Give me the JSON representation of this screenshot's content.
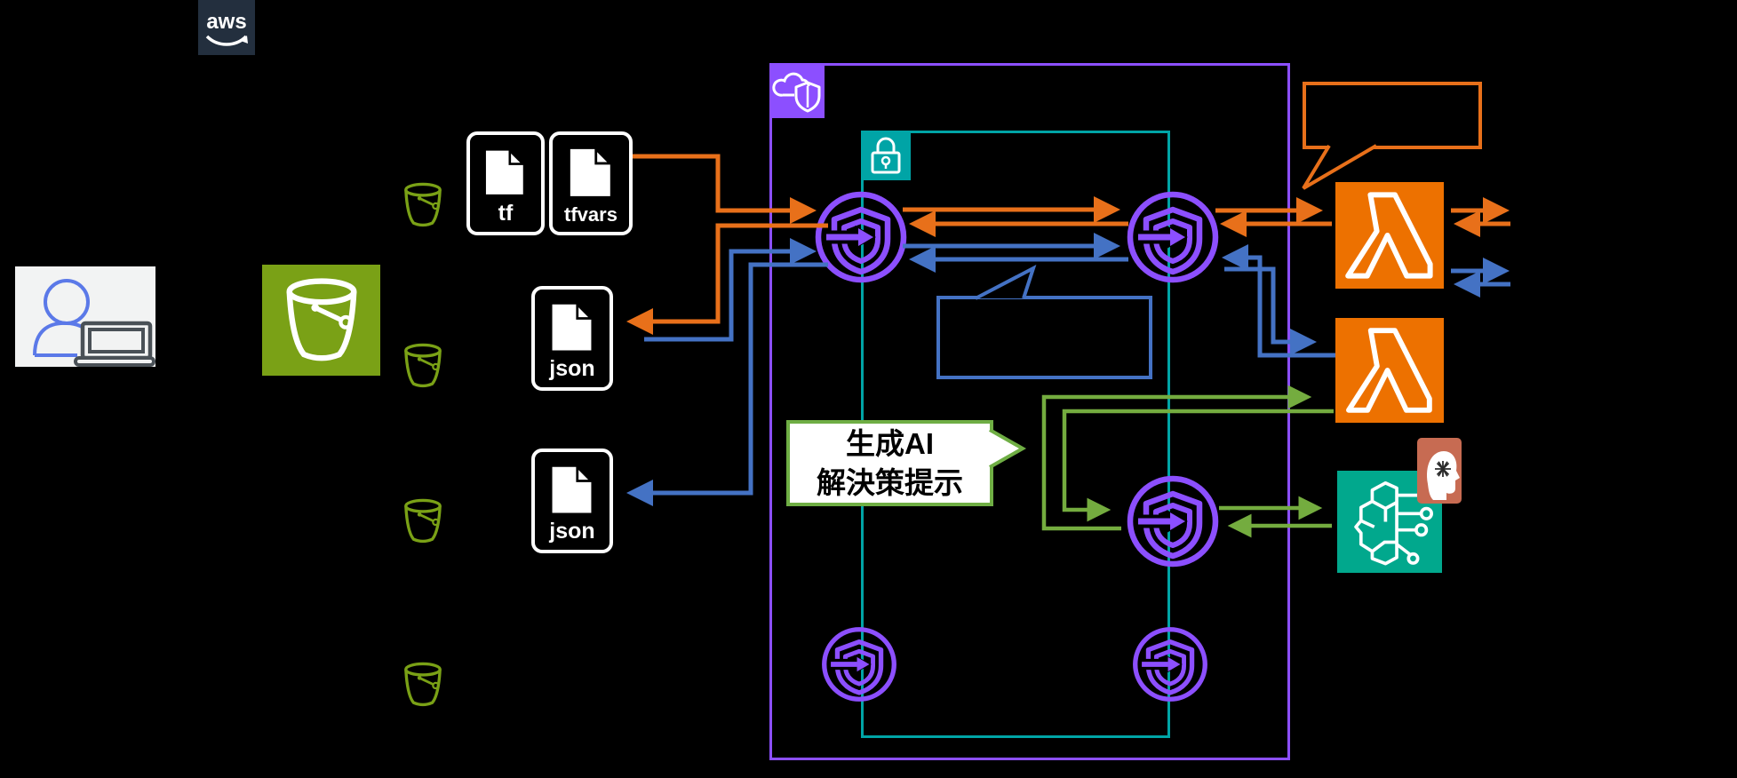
{
  "diagram": {
    "background": "#000000",
    "aws_logo": {
      "label": "aws",
      "color": "#232F3E"
    },
    "nodes": {
      "user_laptop": {
        "icon": "user-laptop-icon",
        "panel_color": "#F2F3F3",
        "person_color": "#5B79E8"
      },
      "s3_bucket": {
        "icon": "s3-bucket-icon",
        "color": "#7AA116"
      },
      "small_bucket_count": 4,
      "docs": [
        {
          "label": "tf"
        },
        {
          "label": "tfvars"
        },
        {
          "label": "json"
        },
        {
          "label": "json"
        }
      ],
      "lambda_functions": {
        "count": 2,
        "icon": "lambda-icon",
        "color": "#ED7100"
      },
      "bedrock": {
        "icon": "bedrock-brain-icon",
        "color": "#01A88D"
      },
      "ai_head": {
        "icon": "ai-head-icon",
        "color": "#C76B52"
      },
      "verified_access_shields": {
        "count": 5,
        "icon": "verified-access-shield-icon",
        "color": "#8C4FFF"
      }
    },
    "groups": {
      "cloud_security_group": {
        "icon": "cloud-shield-icon",
        "color": "#8C4FFF"
      },
      "private_subnet_group": {
        "icon": "lock-icon",
        "color": "#00A4A6"
      }
    },
    "callouts": {
      "orange_callout": {
        "text": "",
        "color": "#E8701A"
      },
      "blue_callout": {
        "text": "",
        "color": "#4472C4"
      },
      "genai_callout": {
        "line1": "生成AI",
        "line2": "解決策提示",
        "border_color": "#6FAE44",
        "text_color": "#000000",
        "background": "#FFFFFF"
      }
    },
    "arrow_colors": {
      "orange": "#E8701A",
      "blue": "#4472C4",
      "green": "#74AC3F"
    }
  }
}
